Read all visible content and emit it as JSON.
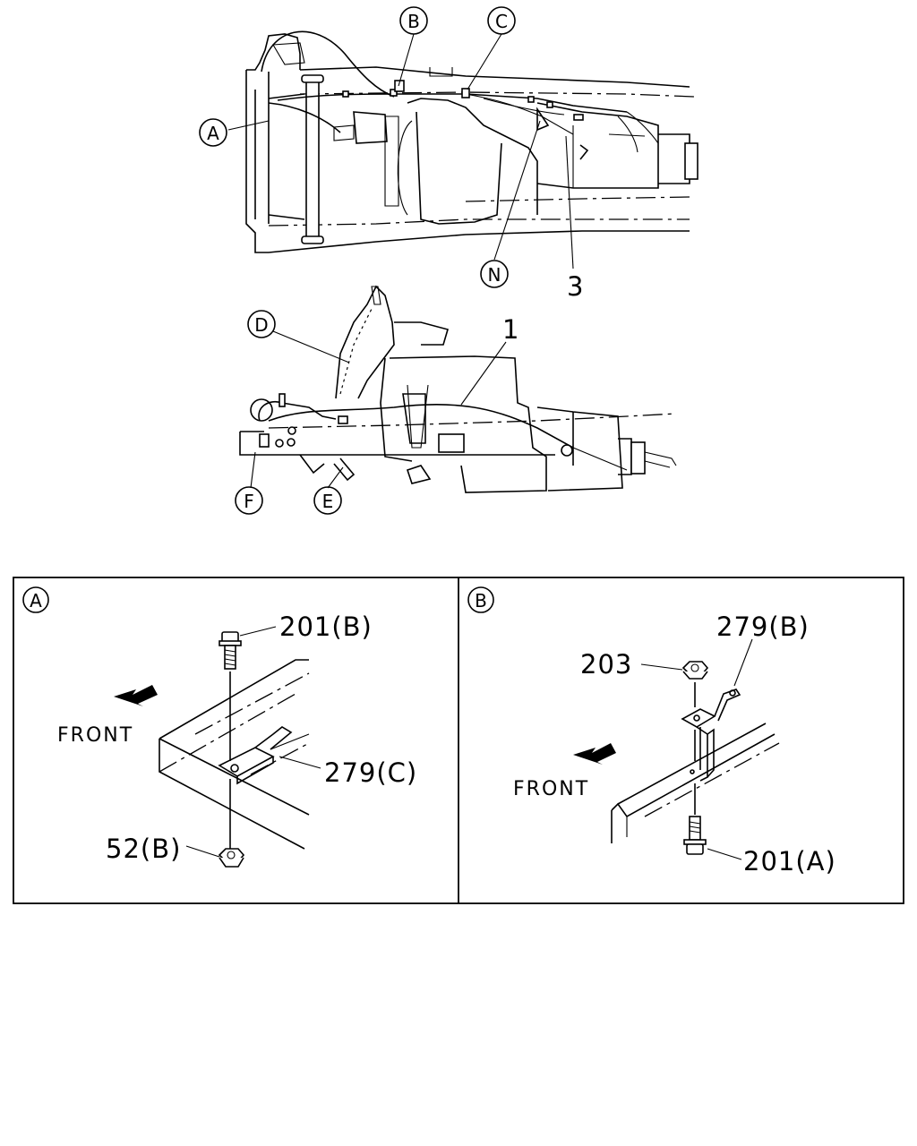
{
  "overview": {
    "callouts": {
      "A": "A",
      "B": "B",
      "C": "C",
      "N": "N",
      "D": "D",
      "E": "E",
      "F": "F"
    },
    "numbers": {
      "n1": "1",
      "n3": "3"
    }
  },
  "detail_a": {
    "badge": "A",
    "front_label": "FRONT",
    "parts": {
      "bolt": "201(B)",
      "bracket": "279(C)",
      "nut": "52(B)"
    }
  },
  "detail_b": {
    "badge": "B",
    "front_label": "FRONT",
    "parts": {
      "bracket": "279(B)",
      "nut": "203",
      "bolt": "201(A)"
    }
  }
}
